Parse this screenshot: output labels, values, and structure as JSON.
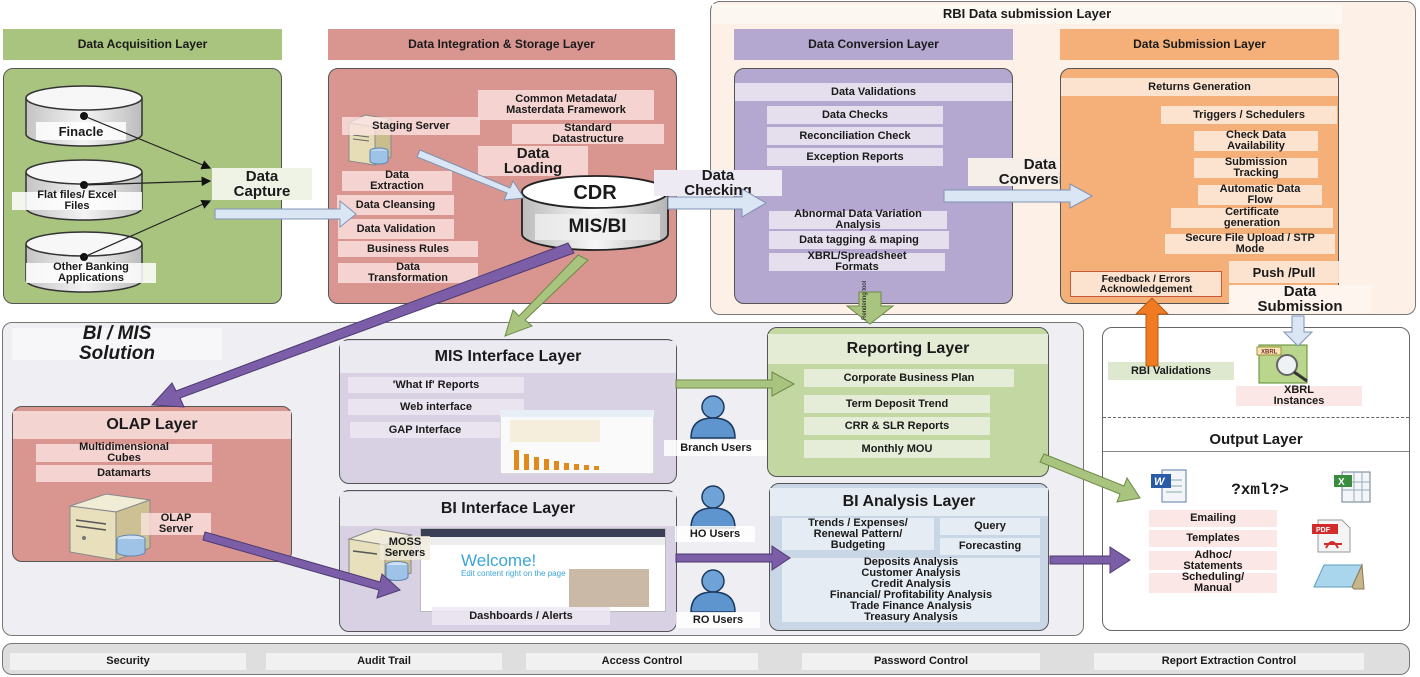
{
  "acquisition": {
    "header": "Data Acquisition Layer",
    "sources": [
      "Finacle",
      "Flat files/ Excel Files",
      "Other Banking Applications"
    ],
    "capture_label": "Data Capture"
  },
  "integration": {
    "header": "Data Integration & Storage Layer",
    "metadata": "Common Metadata/ Masterdata Framework",
    "staging": "Staging Server",
    "std_structure": "Standard Datastructure",
    "loading_label": "Data Loading",
    "steps": [
      "Data Extraction",
      "Data Cleansing",
      "Data Validation",
      "Business Rules",
      "Data Transformation"
    ],
    "cdr_top": "CDR",
    "cdr_bottom": "MIS/BI"
  },
  "rbi": {
    "header": "RBI Data submission Layer",
    "conversion": {
      "header": "Data Conversion Layer",
      "validations": "Data Validations",
      "checks": [
        "Data Checks",
        "Reconciliation Check",
        "Exception Reports"
      ],
      "checking_label": "Data Checking",
      "formats": [
        "Abnormal Data Variation Analysis",
        "Data tagging & maping",
        "XBRL/Spreadsheet Formats"
      ],
      "rendering_tool": "Rendering tool"
    },
    "conversion_label": "Data Conversion",
    "submission": {
      "header": "Data Submission Layer",
      "returns": "Returns Generation",
      "items": [
        "Triggers / Schedulers",
        "Check Data Availability",
        "Submission Tracking",
        "Automatic Data Flow",
        "Certificate generation",
        "Secure File Upload / STP Mode"
      ],
      "push_pull": "Push /Pull",
      "feedback": "Feedback / Errors Acknowledgement",
      "submission_label": "Data Submission"
    }
  },
  "bimis": {
    "title": "BI / MIS Solution",
    "olap": {
      "header": "OLAP Layer",
      "items": [
        "Multidimensional Cubes",
        "Datamarts"
      ],
      "server": "OLAP Server"
    },
    "mis_interface": {
      "header": "MIS Interface Layer",
      "items": [
        "'What If' Reports",
        "Web interface",
        "GAP Interface"
      ]
    },
    "bi_interface": {
      "header": "BI Interface Layer",
      "server": "MOSS Servers",
      "dashboard": "Dashboards / Alerts",
      "welcome_title": "Welcome!",
      "welcome_sub": "Edit content right on the page"
    },
    "users": [
      "Branch Users",
      "HO Users",
      "RO Users"
    ],
    "reporting": {
      "header": "Reporting Layer",
      "items": [
        "Corporate Business Plan",
        "Term Deposit Trend",
        "CRR & SLR Reports",
        "Monthly MOU"
      ]
    },
    "bi_analysis": {
      "header": "BI Analysis Layer",
      "trends": "Trends / Expenses/ Renewal Pattern/ Budgeting",
      "query": "Query",
      "forecasting": "Forecasting",
      "analyses": [
        "Deposits Analysis",
        "Customer Analysis",
        "Credit Analysis",
        "Financial/ Profitability Analysis",
        "Trade Finance Analysis",
        "Treasury Analysis"
      ]
    }
  },
  "output": {
    "rbi_validations": "RBI Validations",
    "xbrl_badge": "XBRL",
    "xbrl_instances": "XBRL Instances",
    "header": "Output Layer",
    "xml_label": "?xml?>",
    "items": [
      "Emailing",
      "Templates",
      "Adhoc/ Statements",
      "Scheduling/ Manual"
    ],
    "pdf_badge": "PDF"
  },
  "controls": [
    "Security",
    "Audit Trail",
    "Access Control",
    "Password Control",
    "Report Extraction Control"
  ],
  "colors": {
    "acquisition": "#a9c47f",
    "integration": "#d99691",
    "conversion": "#b4a7d0",
    "submission": "#f5b07a",
    "rbi_bg": "#fdf0e6",
    "bimis_bg": "#efeef2",
    "arrow_purple": "#7b5ea7",
    "arrow_green": "#a9c47f",
    "arrow_orange": "#f07b22",
    "arrow_blue": "#dbe6f4"
  }
}
